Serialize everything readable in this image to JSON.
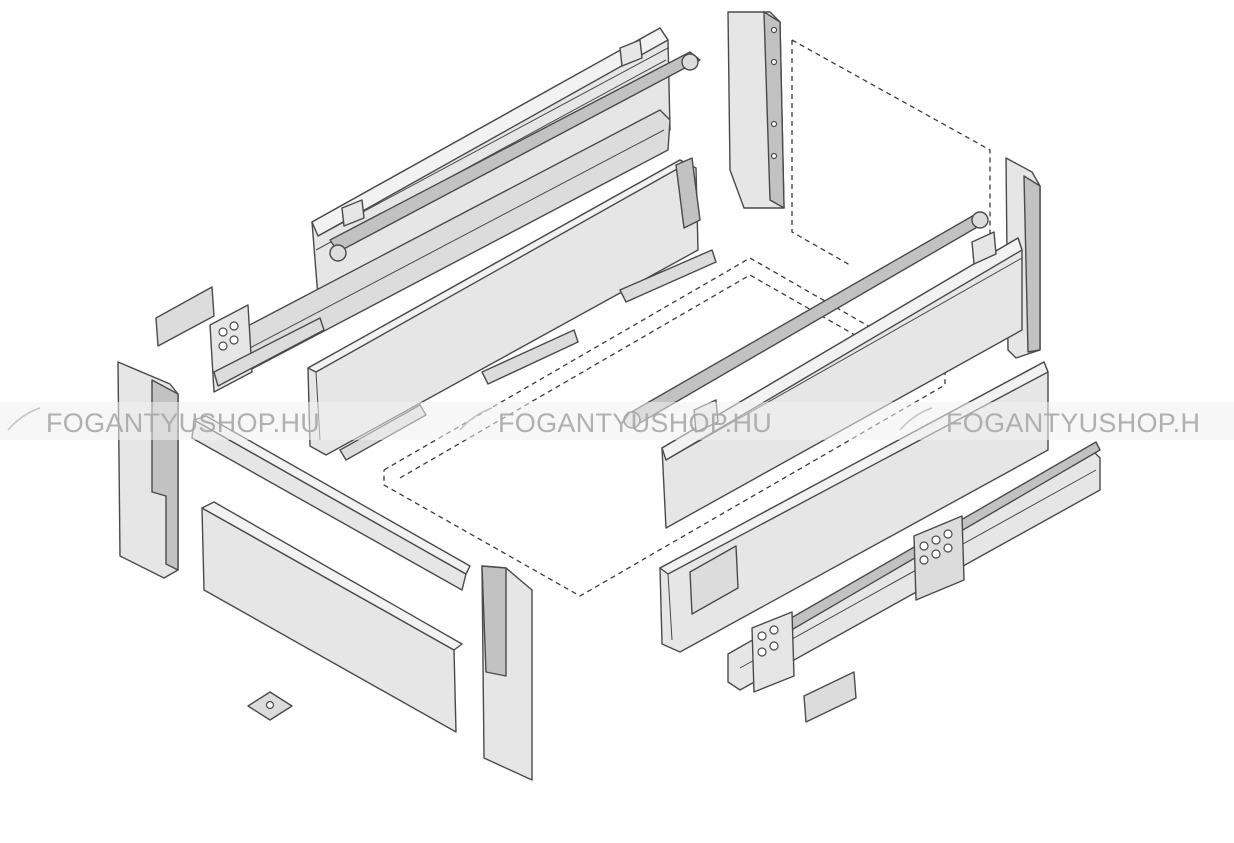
{
  "watermark": {
    "text_1": "FOGANTYUSHOP.HU",
    "text_2": "FOGANTYUSHOP.HU",
    "text_3": "FOGANTYUSHOP.H"
  },
  "colors": {
    "background": "#ffffff",
    "part_fill": "#dcdcdc",
    "outline": "#4a4a4a",
    "watermark": "#a9a9a9"
  }
}
